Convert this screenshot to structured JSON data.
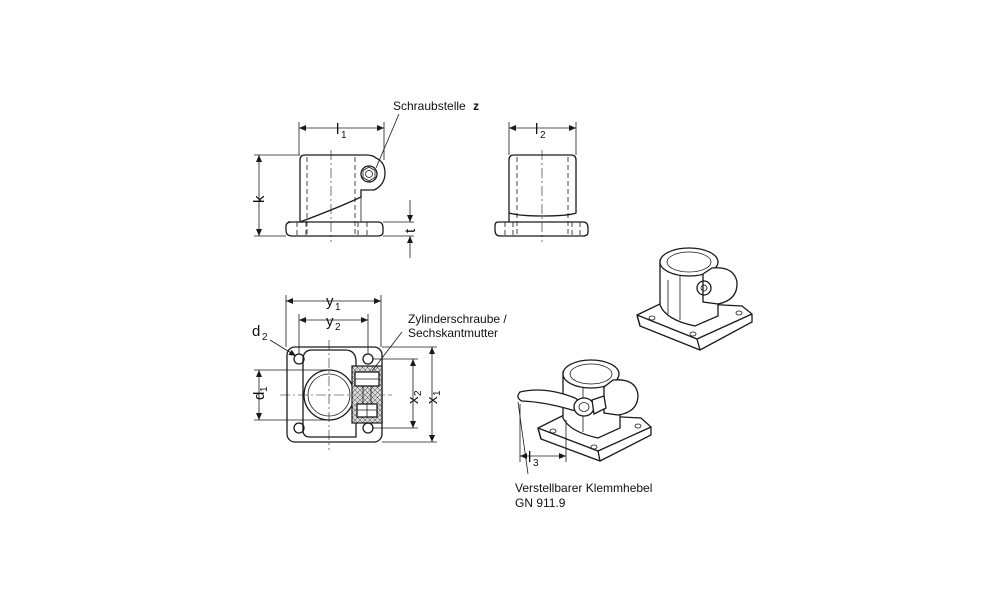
{
  "labels": {
    "screw_point_text": "Schraubstelle",
    "screw_point_symbol": "z",
    "screw_callout_line1": "Zylinderschraube /",
    "screw_callout_line2": "Sechskantmutter",
    "lever_callout_line1": "Verstellbarer Klemmhebel",
    "lever_callout_line2": "GN 911.9"
  },
  "dimensions": {
    "l1": {
      "base": "l",
      "sub": "1"
    },
    "l2": {
      "base": "l",
      "sub": "2"
    },
    "l3": {
      "base": "l",
      "sub": "3"
    },
    "k": {
      "base": "k"
    },
    "t": {
      "base": "t"
    },
    "y1": {
      "base": "y",
      "sub": "1"
    },
    "y2": {
      "base": "y",
      "sub": "2"
    },
    "x1": {
      "base": "x",
      "sub": "1"
    },
    "x2": {
      "base": "x",
      "sub": "2"
    },
    "d1": {
      "base": "d",
      "sub": "1"
    },
    "d2": {
      "base": "d",
      "sub": "2"
    }
  }
}
